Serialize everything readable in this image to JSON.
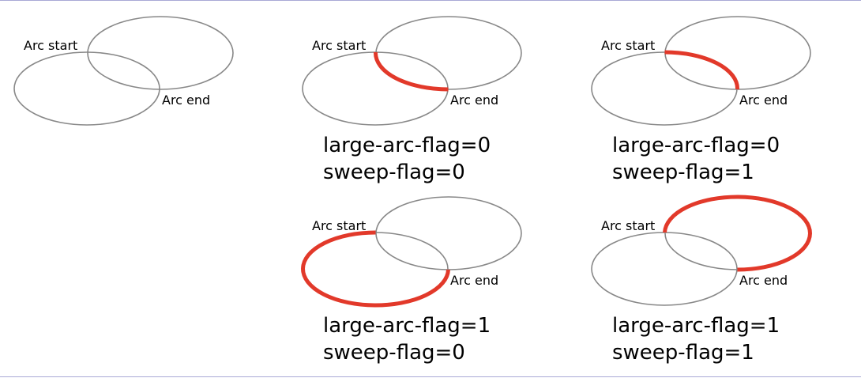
{
  "colors": {
    "ellipse": "#888888",
    "arc": "#e2392a",
    "text": "#000000",
    "frame": "#a9a9d6"
  },
  "reference": {
    "start_label": "Arc start",
    "end_label": "Arc end"
  },
  "panels": [
    {
      "start_label": "Arc start",
      "end_label": "Arc end",
      "line1": "large-arc-flag=0",
      "line2": "sweep-flag=0",
      "large_arc": 0,
      "sweep": 0
    },
    {
      "start_label": "Arc start",
      "end_label": "Arc end",
      "line1": "large-arc-flag=0",
      "line2": "sweep-flag=1",
      "large_arc": 0,
      "sweep": 1
    },
    {
      "start_label": "Arc start",
      "end_label": "Arc end",
      "line1": "large-arc-flag=1",
      "line2": "sweep-flag=0",
      "large_arc": 1,
      "sweep": 0
    },
    {
      "start_label": "Arc start",
      "end_label": "Arc end",
      "line1": "large-arc-flag=1",
      "line2": "sweep-flag=1",
      "large_arc": 1,
      "sweep": 1
    }
  ]
}
